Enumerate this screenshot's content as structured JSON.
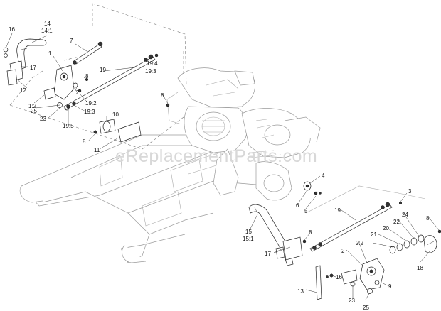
{
  "watermark": "eReplacementParts.com",
  "callouts": {
    "c16a": "16",
    "c14": "14",
    "c14_1": "14:1",
    "c7": "7",
    "c1": "1",
    "c17a": "17",
    "c12": "12",
    "c8a": "8",
    "c19a": "19",
    "c19_4": "19:4",
    "c19_3a": "19:3",
    "c1_2a": "1:2",
    "c25a": "25",
    "c1_2b": "1:2",
    "c23a": "23",
    "c19_2": "19:2",
    "c19_3b": "19:3",
    "c19_5": "19:5",
    "c8b": "8",
    "c10": "10",
    "c8c": "8",
    "c11": "11",
    "c4": "4",
    "c6": "6",
    "c5": "5",
    "c3": "3",
    "c19b": "19",
    "c24": "24",
    "c8d": "8",
    "c22": "22",
    "c20": "20",
    "c21": "21",
    "c15": "15",
    "c15_1": "15:1",
    "c8e": "8",
    "c17b": "17",
    "c2_2": "2:2",
    "c2": "2",
    "c18": "18",
    "c16b": "16",
    "c9": "9",
    "c13": "13",
    "c23b": "23",
    "c25b": "25"
  }
}
